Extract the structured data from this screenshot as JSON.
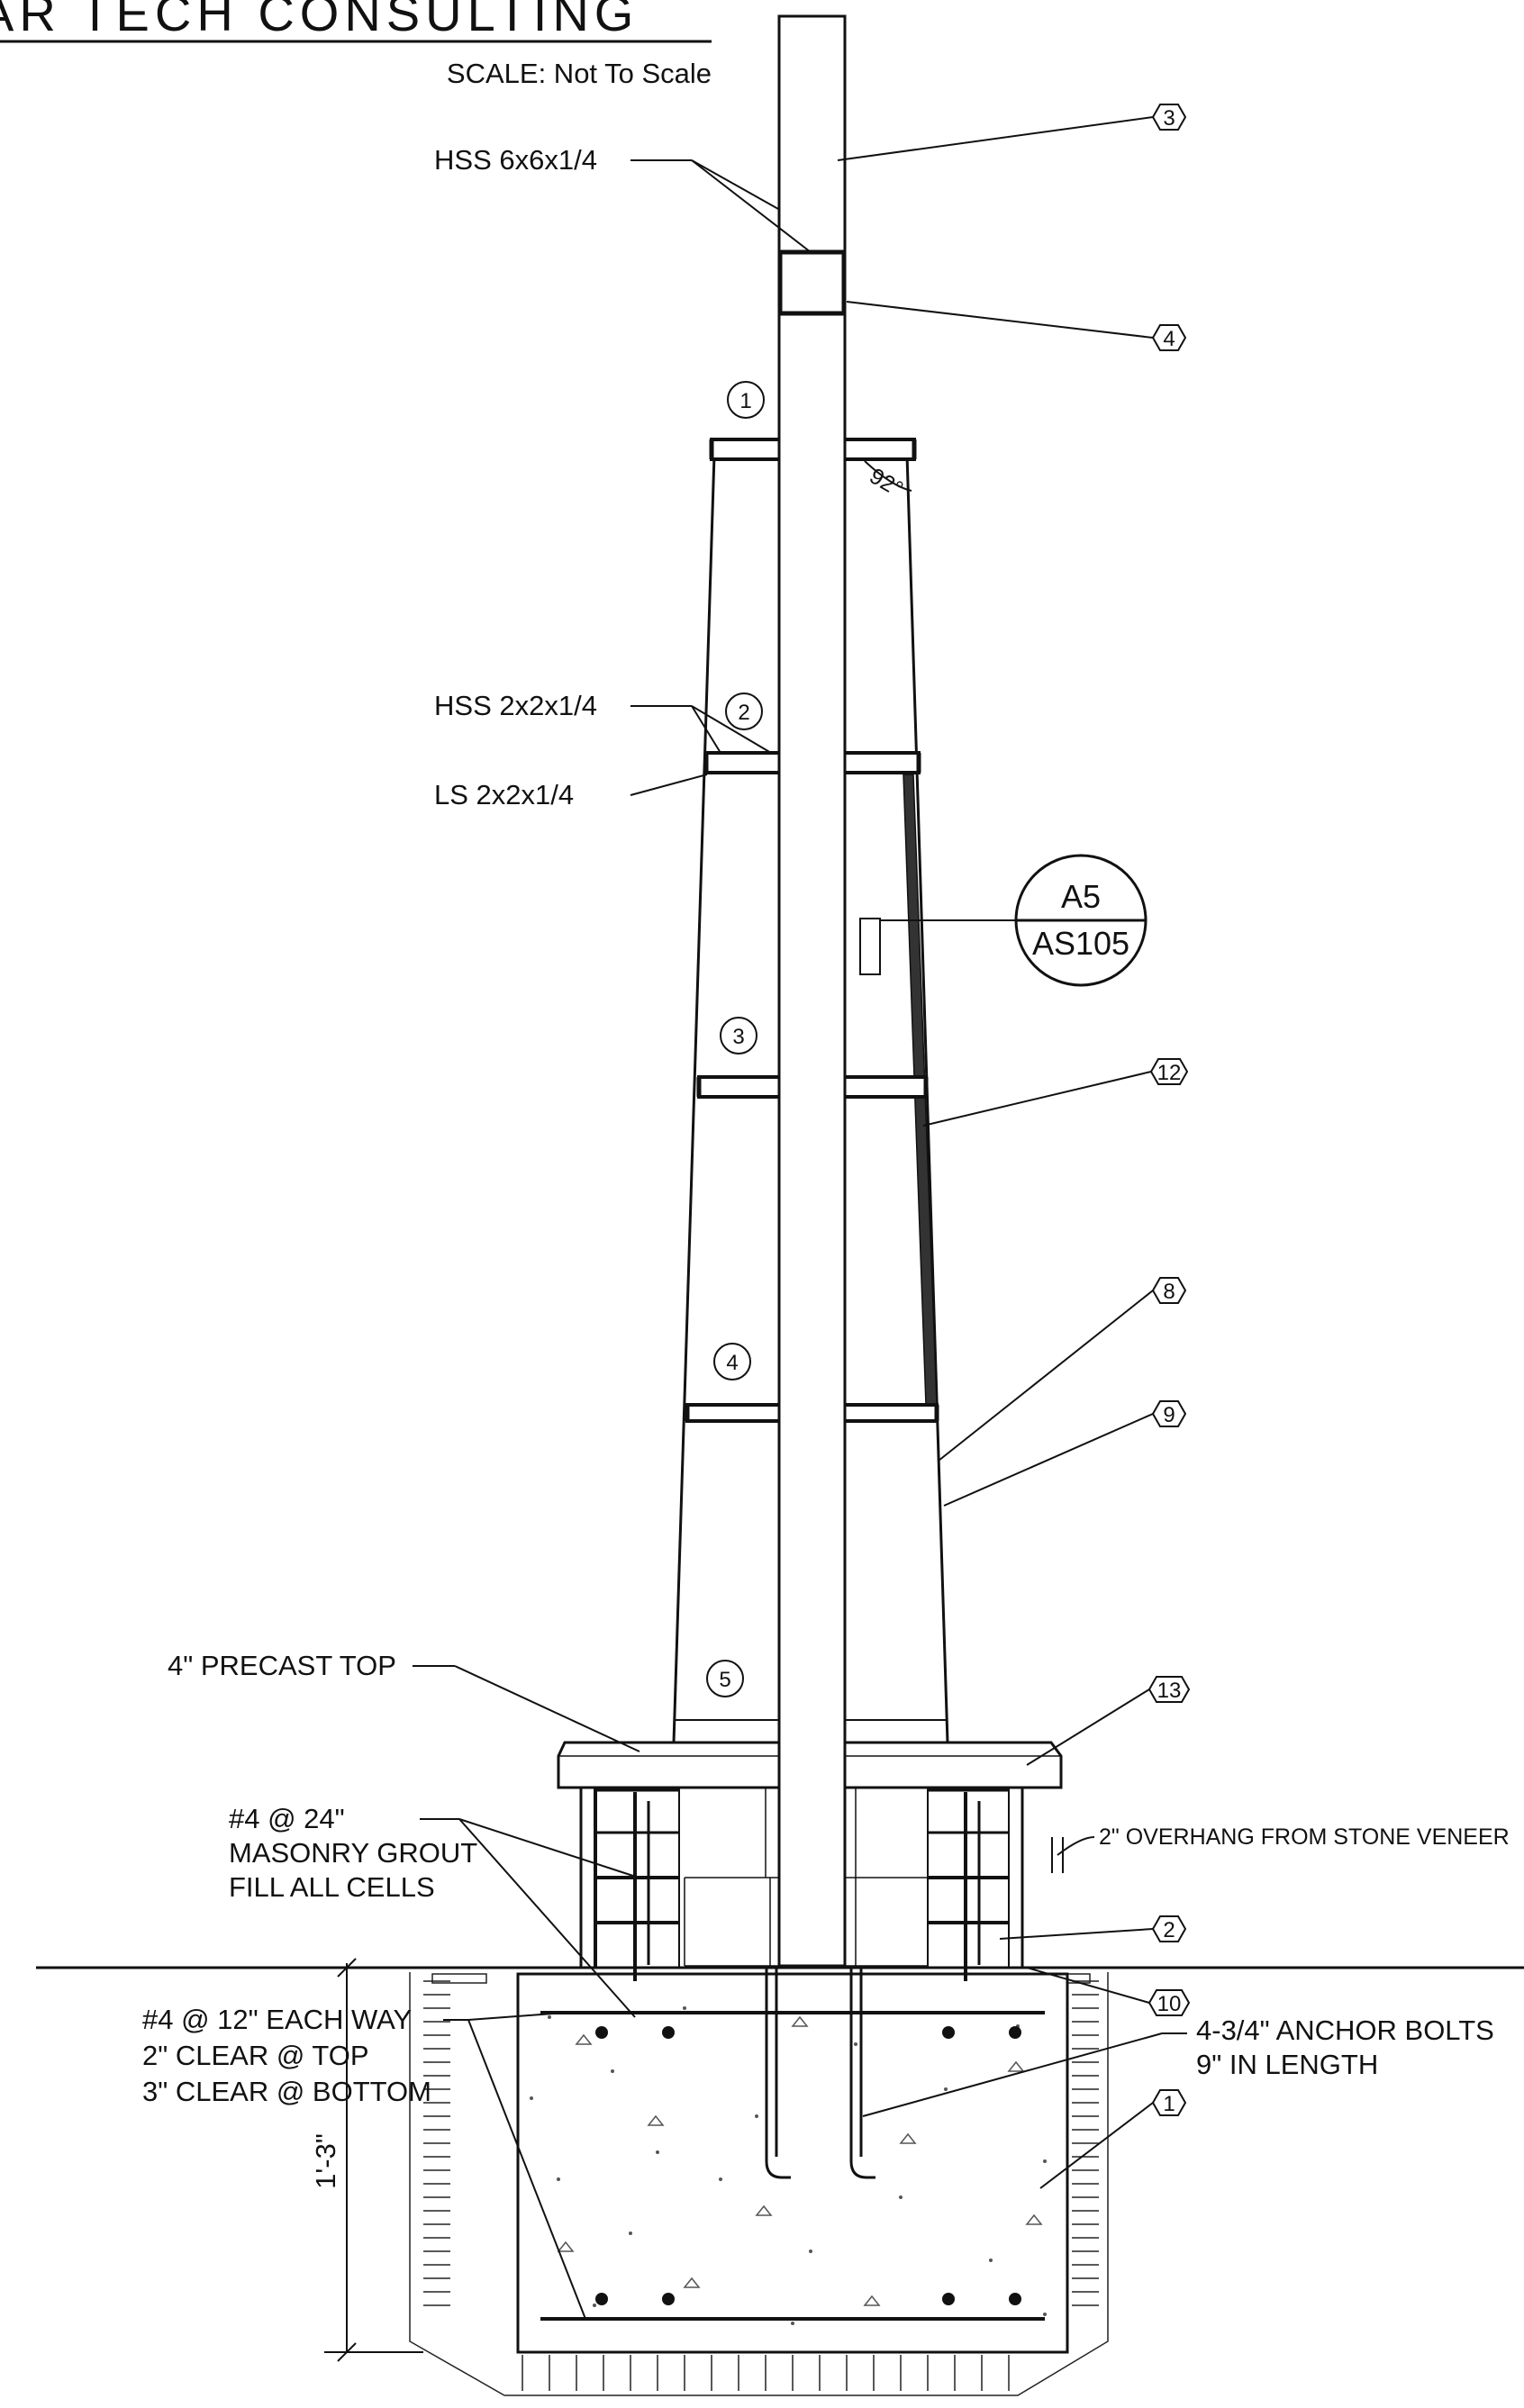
{
  "title": {
    "banner": "AR TECH CONSULTING",
    "scale": "SCALE: Not To Scale"
  },
  "callouts": {
    "hss_post": "HSS 6x6x1/4",
    "hss_tube": "HSS 2x2x1/4",
    "ls_angle": "LS 2x2x1/4",
    "precast_top": "4\" PRECAST TOP",
    "grout_1": "#4 @ 24\"",
    "grout_2": "MASONRY GROUT",
    "grout_3": "FILL ALL CELLS",
    "rebar_1": "#4 @ 12\" EACH WAY",
    "rebar_2": "2\" CLEAR @ TOP",
    "rebar_3": "3\" CLEAR @ BOTTOM",
    "overhang": "2\" OVERHANG FROM STONE VENEER",
    "anchor_1": "4-3/4\" ANCHOR BOLTS",
    "anchor_2": "9\" IN LENGTH",
    "angle": "92°",
    "depth_dim": "1'-3\""
  },
  "detail_ref": {
    "id": "A5",
    "sheet": "AS105"
  },
  "section_markers": [
    "1",
    "2",
    "3",
    "4",
    "5"
  ],
  "keynote_tags": {
    "k3": "3",
    "k4": "4",
    "k12": "12",
    "k8": "8",
    "k9": "9",
    "k13": "13",
    "k2": "2",
    "k10": "10",
    "k1": "1"
  }
}
